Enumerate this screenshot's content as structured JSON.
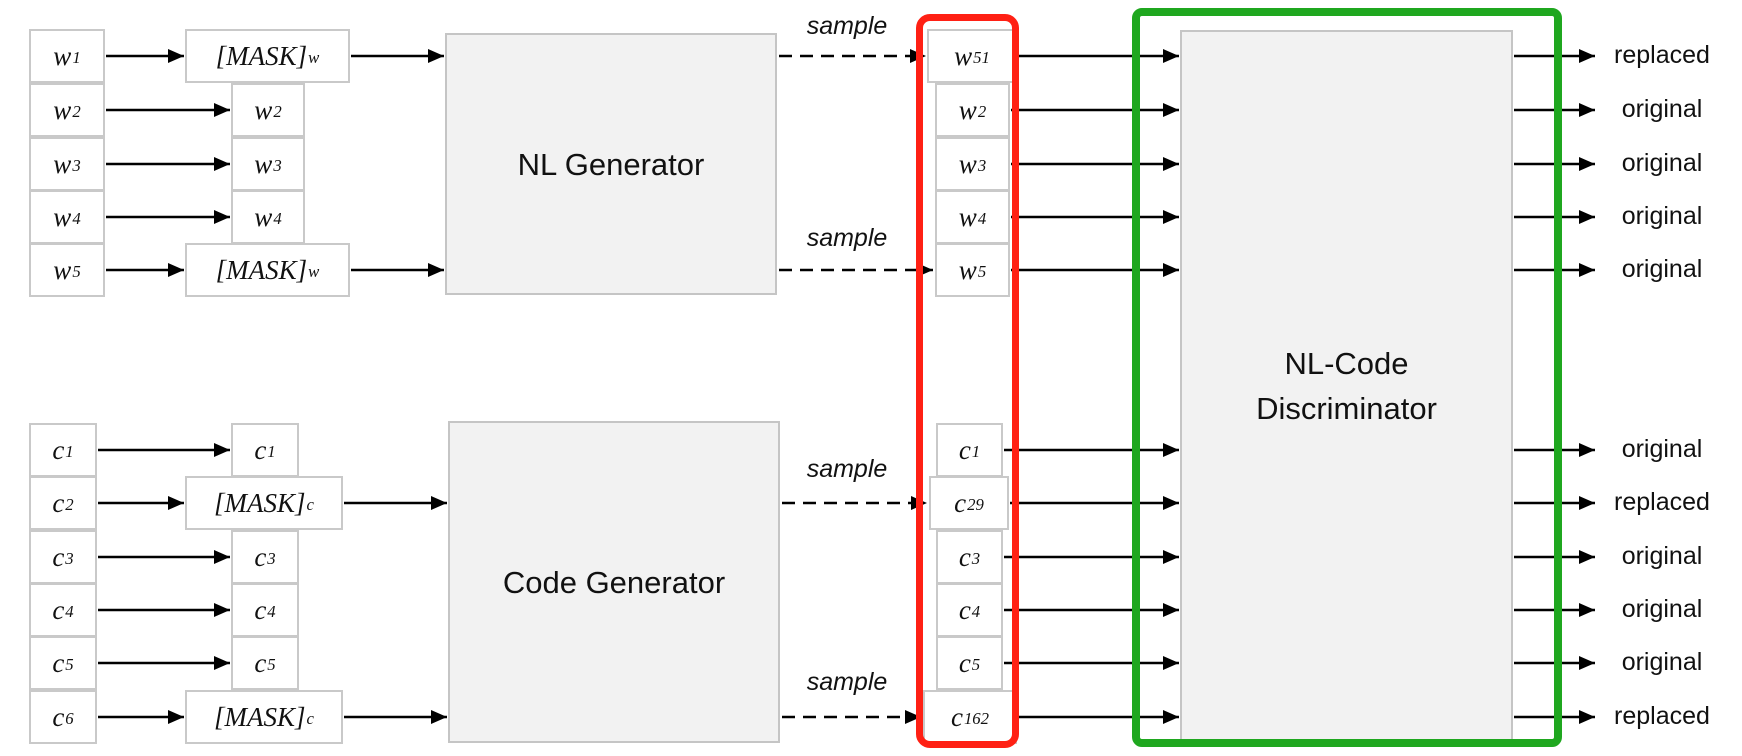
{
  "nl": {
    "inputs": [
      {
        "b": "w",
        "s": "1"
      },
      {
        "b": "w",
        "s": "2"
      },
      {
        "b": "w",
        "s": "3"
      },
      {
        "b": "w",
        "s": "4"
      },
      {
        "b": "w",
        "s": "5"
      }
    ],
    "masked": [
      {
        "b": "[MASK]",
        "s": "w"
      },
      {
        "b": "w",
        "s": "2"
      },
      {
        "b": "w",
        "s": "3"
      },
      {
        "b": "w",
        "s": "4"
      },
      {
        "b": "[MASK]",
        "s": "w"
      }
    ],
    "generator_label": "NL Generator",
    "samples": [
      "sample",
      "sample"
    ],
    "outputs": [
      {
        "b": "w",
        "s": "51"
      },
      {
        "b": "w",
        "s": "2"
      },
      {
        "b": "w",
        "s": "3"
      },
      {
        "b": "w",
        "s": "4"
      },
      {
        "b": "w",
        "s": "5"
      }
    ],
    "predictions": [
      "replaced",
      "original",
      "original",
      "original",
      "original"
    ]
  },
  "code": {
    "inputs": [
      {
        "b": "c",
        "s": "1"
      },
      {
        "b": "c",
        "s": "2"
      },
      {
        "b": "c",
        "s": "3"
      },
      {
        "b": "c",
        "s": "4"
      },
      {
        "b": "c",
        "s": "5"
      },
      {
        "b": "c",
        "s": "6"
      }
    ],
    "masked": [
      {
        "b": "c",
        "s": "1"
      },
      {
        "b": "[MASK]",
        "s": "c"
      },
      {
        "b": "c",
        "s": "3"
      },
      {
        "b": "c",
        "s": "4"
      },
      {
        "b": "c",
        "s": "5"
      },
      {
        "b": "[MASK]",
        "s": "c"
      }
    ],
    "generator_label": "Code Generator",
    "samples": [
      "sample",
      "sample"
    ],
    "outputs": [
      {
        "b": "c",
        "s": "1"
      },
      {
        "b": "c",
        "s": "29"
      },
      {
        "b": "c",
        "s": "3"
      },
      {
        "b": "c",
        "s": "4"
      },
      {
        "b": "c",
        "s": "5"
      },
      {
        "b": "c",
        "s": "162"
      }
    ],
    "predictions": [
      "original",
      "replaced",
      "original",
      "original",
      "original",
      "replaced"
    ]
  },
  "discriminator": {
    "line1": "NL-Code",
    "line2": "Discriminator"
  },
  "colors": {
    "sampled_outline_red": "#ff2014",
    "discriminator_outline_green": "#1fa71f",
    "module_fill": "#f2f2f2",
    "module_border": "#c5c5c5",
    "token_border": "#c9c9c9",
    "arrow_black": "#000000"
  }
}
